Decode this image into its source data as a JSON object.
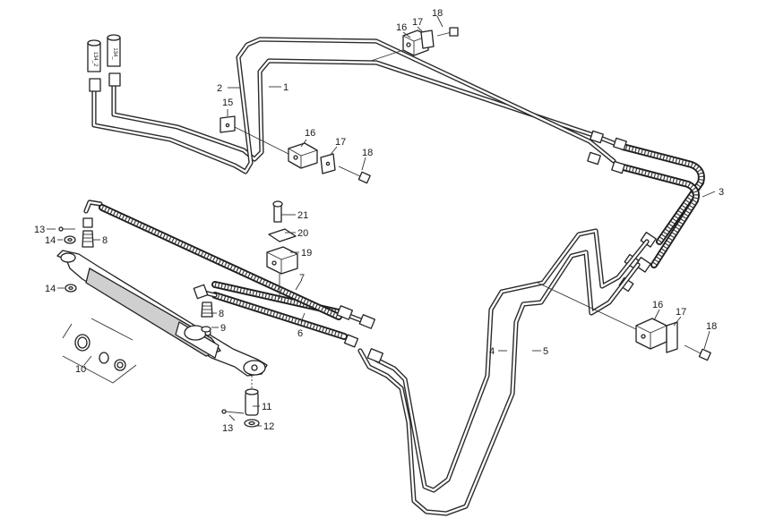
{
  "callouts": {
    "c1": "1",
    "c2": "2",
    "c3": "3",
    "c4": "4",
    "c5": "5",
    "c6": "6",
    "c7": "7",
    "c8a": "8",
    "c8b": "8",
    "c9": "9",
    "c10": "10",
    "c11": "11",
    "c12": "12",
    "c13a": "13",
    "c13b": "13",
    "c14a": "14",
    "c14b": "14",
    "c15": "15",
    "c16a": "16",
    "c16b": "16",
    "c16c": "16",
    "c17a": "17",
    "c17b": "17",
    "c17c": "17",
    "c18a": "18",
    "c18b": "18",
    "c18c": "18",
    "c19": "19",
    "c20": "20",
    "c21": "21"
  },
  "tags": {
    "t1": "134_2",
    "t2": "134_"
  }
}
